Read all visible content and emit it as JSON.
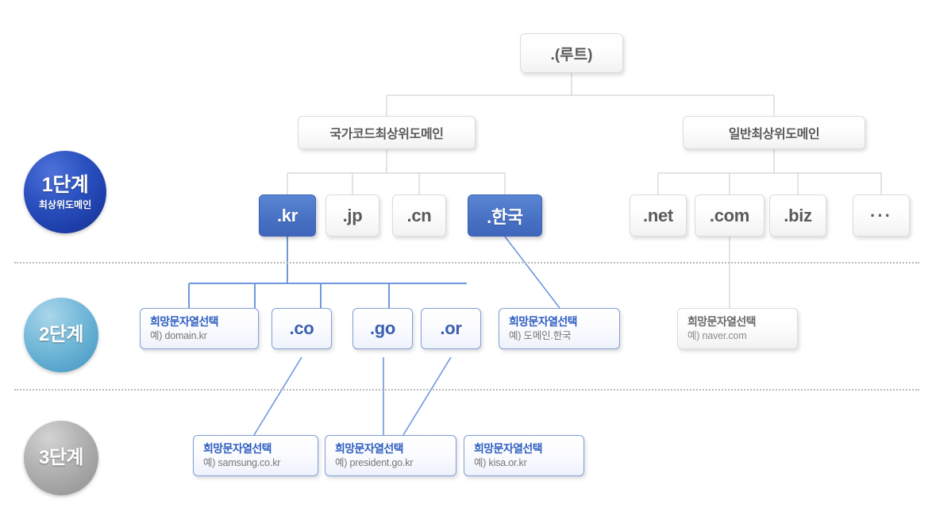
{
  "colors": {
    "edge_gray": "#c9c9c9",
    "edge_blue": "#6f97dd",
    "node_blue_fill": "#4a74c6",
    "node_blue_border": "#7f9fd8",
    "stage1": "#2a51c0",
    "stage2": "#79bcdb",
    "stage3": "#b4b4b4",
    "separator": "#b9b9b9"
  },
  "stages": [
    {
      "title": "1단계",
      "subtitle": "최상위도메인"
    },
    {
      "title": "2단계",
      "subtitle": ""
    },
    {
      "title": "3단계",
      "subtitle": ""
    }
  ],
  "root": {
    "label": ".(루트)"
  },
  "categories": [
    {
      "label": "국가코드최상위도메인"
    },
    {
      "label": "일반최상위도메인"
    }
  ],
  "tlds": {
    "cctld": [
      {
        "label": ".kr",
        "style": "blue-fill"
      },
      {
        "label": ".jp",
        "style": "gray"
      },
      {
        "label": ".cn",
        "style": "gray"
      },
      {
        "label": ".한국",
        "style": "blue-fill"
      }
    ],
    "gtld": [
      {
        "label": ".net",
        "style": "gray"
      },
      {
        "label": ".com",
        "style": "gray"
      },
      {
        "label": ".biz",
        "style": "gray"
      },
      {
        "label": "···",
        "style": "gray"
      }
    ]
  },
  "level2": {
    "kr_direct": {
      "title": "희망문자열선택",
      "example": "예) domain.kr"
    },
    "kr_sld": [
      {
        "label": ".co"
      },
      {
        "label": ".go"
      },
      {
        "label": ".or"
      }
    ],
    "hangul_direct": {
      "title": "희망문자열선택",
      "example": "예) 도메인.한국"
    },
    "com_direct": {
      "title": "희망문자열선택",
      "example": "예) naver.com"
    }
  },
  "level3": [
    {
      "title": "희망문자열선택",
      "example": "예) samsung.co.kr"
    },
    {
      "title": "희망문자열선택",
      "example": "예) president.go.kr"
    },
    {
      "title": "희망문자열선택",
      "example": "예) kisa.or.kr"
    }
  ]
}
